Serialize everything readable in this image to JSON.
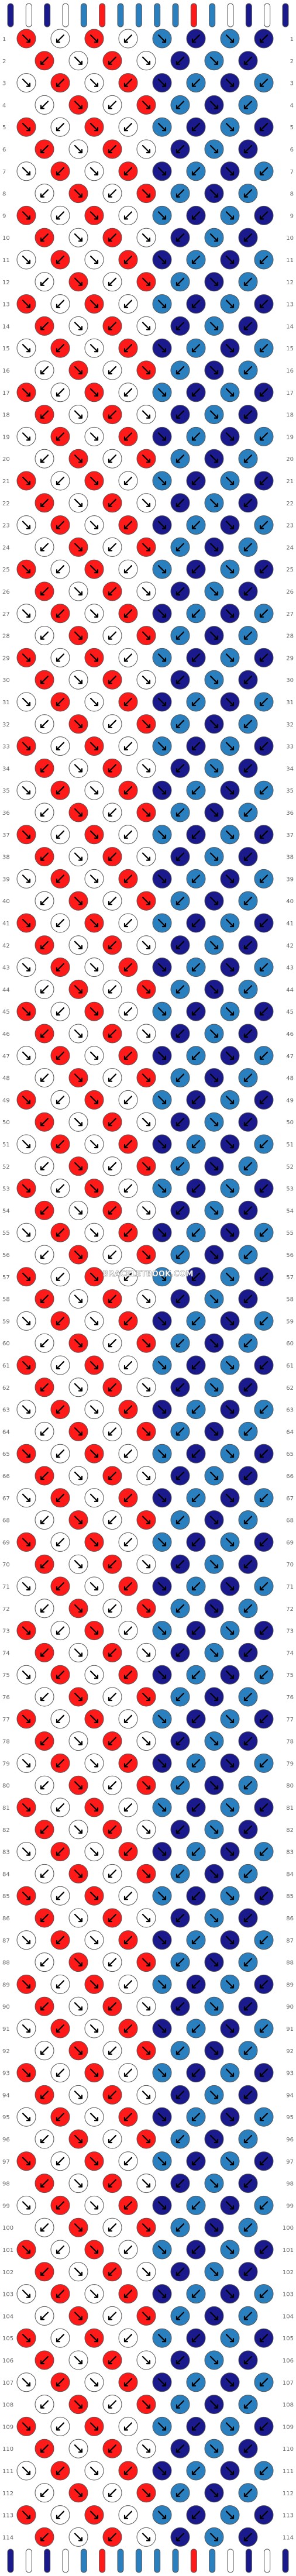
{
  "watermark": "BRACELETBOOK.COM",
  "strings": {
    "count": 16,
    "top_colors": [
      "#1a1a8c",
      "#ffffff",
      "#1a1a8c",
      "#ffffff",
      "#2a7fbf",
      "#ff1a1a",
      "#2a7fbf",
      "#2a7fbf",
      "#2a7fbf",
      "#2a7fbf",
      "#ff1a1a",
      "#2a7fbf",
      "#ffffff",
      "#1a1a8c",
      "#ffffff",
      "#1a1a8c"
    ]
  },
  "rows": {
    "count": 114,
    "labels": [
      "1",
      "2",
      "3",
      "4",
      "5",
      "6",
      "7",
      "8",
      "9",
      "10",
      "11",
      "12",
      "13",
      "14",
      "15",
      "16",
      "17",
      "18",
      "19",
      "20",
      "21",
      "22",
      "23",
      "24",
      "25",
      "26",
      "27",
      "28",
      "29",
      "30",
      "31",
      "32",
      "33",
      "34",
      "35",
      "36",
      "37",
      "38",
      "39",
      "40",
      "41",
      "42",
      "43",
      "44",
      "45",
      "46",
      "47",
      "48",
      "49",
      "50",
      "51",
      "52",
      "53",
      "54",
      "55",
      "56",
      "57",
      "58",
      "59",
      "60",
      "61",
      "62",
      "63",
      "64",
      "65",
      "66",
      "67",
      "68",
      "69",
      "70",
      "71",
      "72",
      "73",
      "74",
      "75",
      "76",
      "77",
      "78",
      "79",
      "80",
      "81",
      "82",
      "83",
      "84",
      "85",
      "86",
      "87",
      "88",
      "89",
      "90",
      "91",
      "92",
      "93",
      "94",
      "95",
      "96",
      "97",
      "98",
      "99",
      "100",
      "101",
      "102",
      "103",
      "104",
      "105",
      "106",
      "107",
      "108",
      "109",
      "110",
      "111",
      "112",
      "113",
      "114"
    ]
  },
  "colors": {
    "navy": "#1a1a8c",
    "blue": "#2a7fbf",
    "red": "#ff1a1a",
    "white": "#ffffff",
    "outline": "#555555",
    "background": "#ffffff"
  },
  "palette_order": [
    "#2a7fbf",
    "#ffffff",
    "#1a1a8c",
    "#ff1a1a"
  ]
}
